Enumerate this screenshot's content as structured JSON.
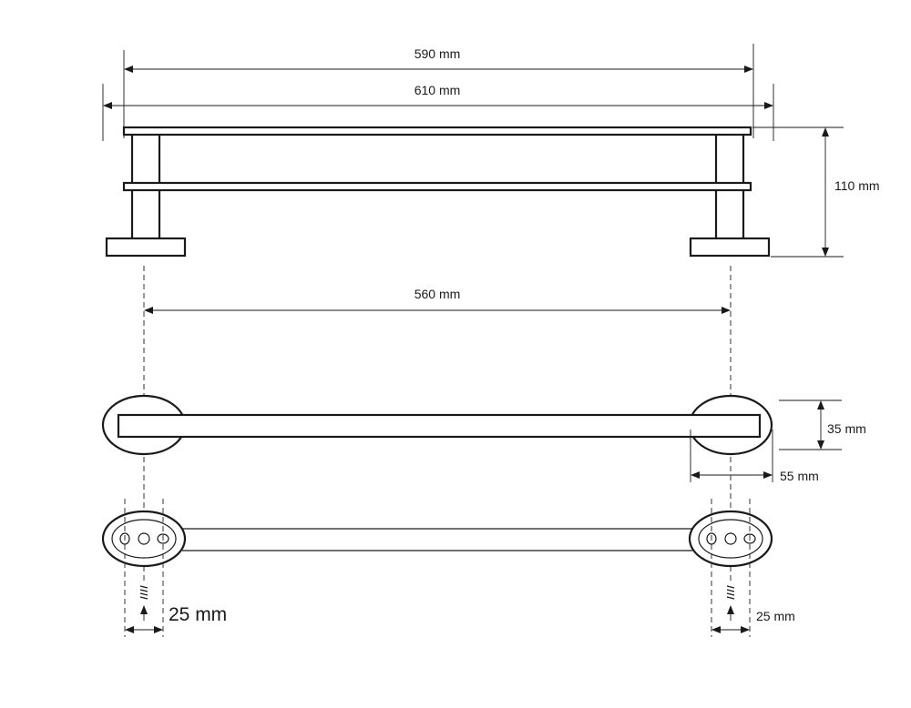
{
  "dimensions": {
    "bar_length": "590 mm",
    "overall_length": "610 mm",
    "height": "110 mm",
    "mount_spacing": "560 mm",
    "depth": "35 mm",
    "base_length": "55 mm",
    "base_width_left": "25 mm",
    "base_width_right": "25 mm"
  }
}
